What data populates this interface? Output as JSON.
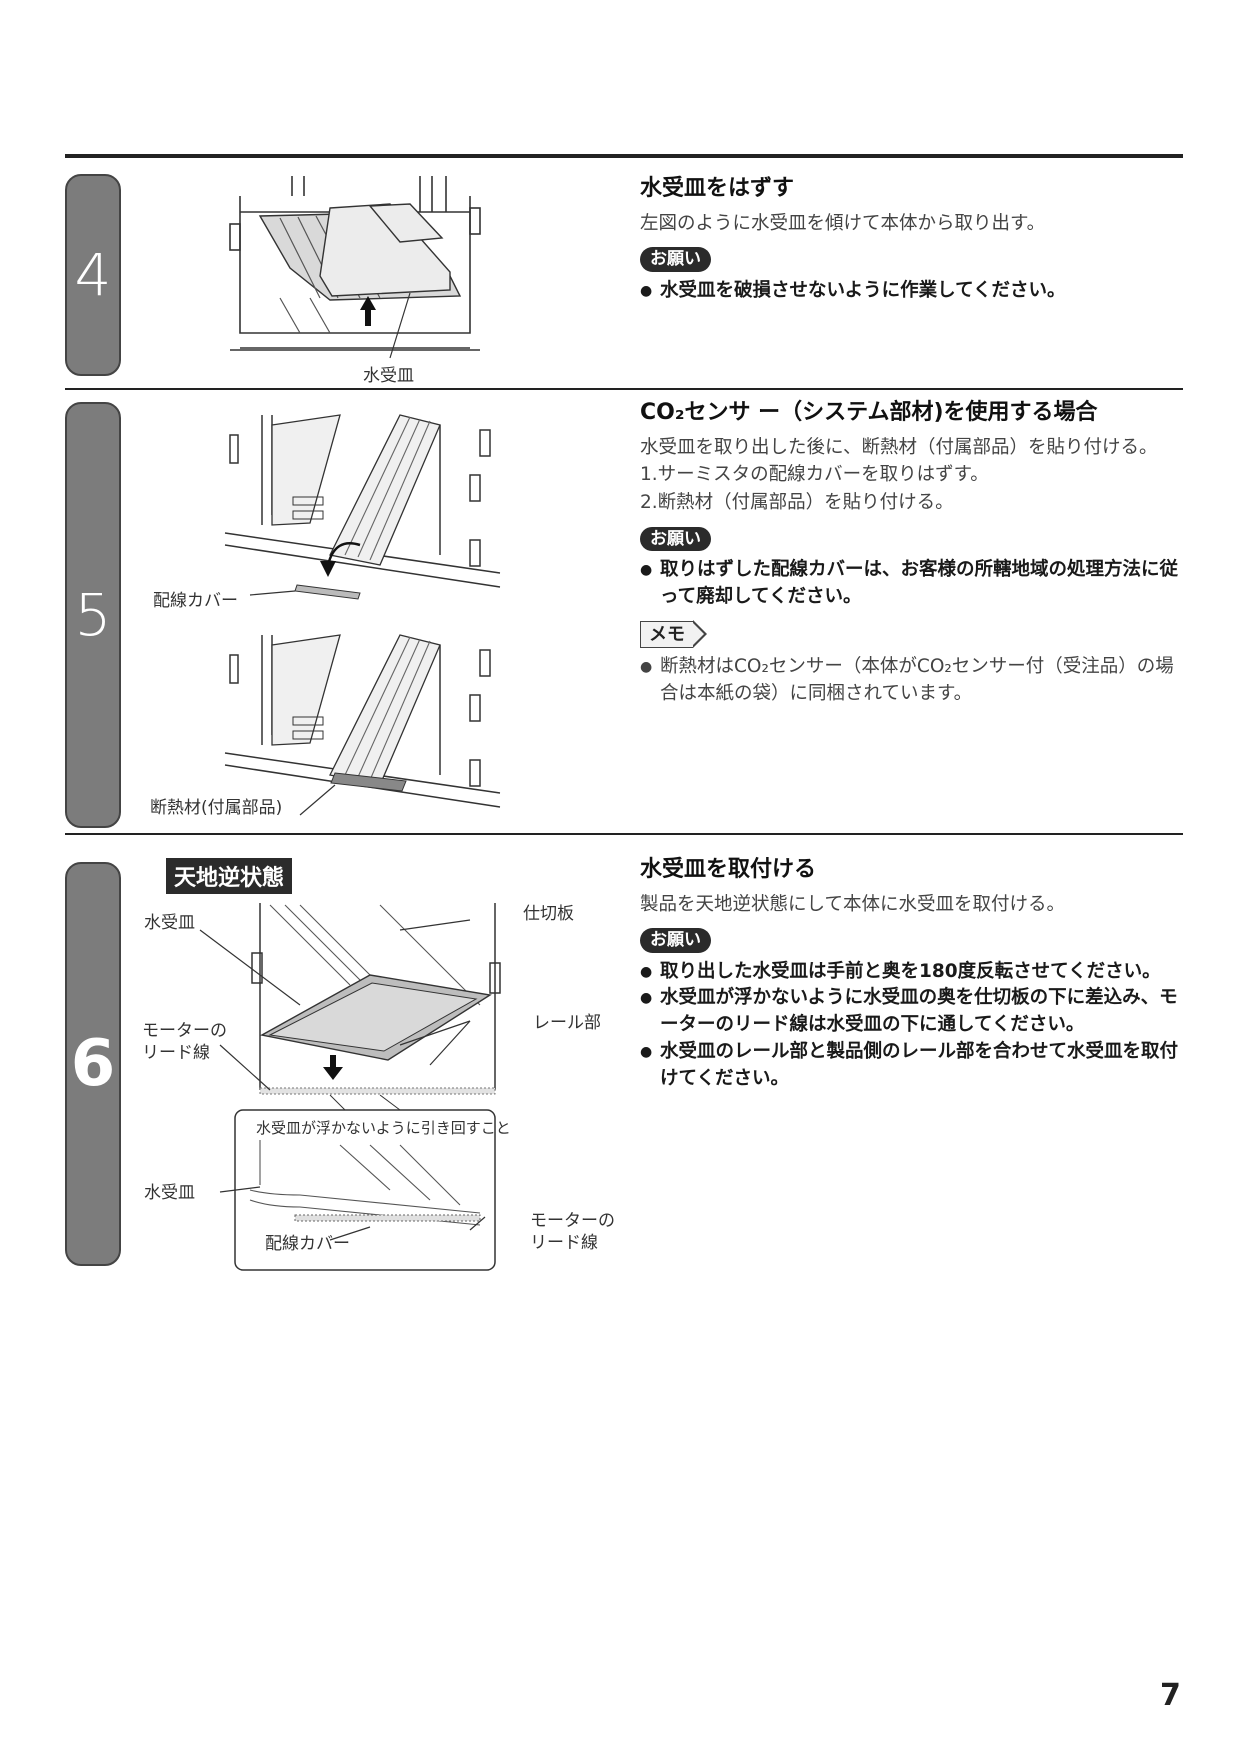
{
  "step4": {
    "number": "4",
    "title": "水受皿をはずす",
    "body": "左図のように水受皿を傾けて本体から取り出す。",
    "badge": "お願い",
    "bullets": [
      "水受皿を破損させないように作業してください。"
    ],
    "fig_label": "水受皿"
  },
  "step5": {
    "number": "5",
    "title": "CO₂センサ ー（システム部材)を使用する場合",
    "body": [
      "水受皿を取り出した後に、断熱材（付属部品）を貼り付ける。",
      "1.サーミスタの配線カバーを取りはずす。",
      "2.断熱材（付属部品）を貼り付ける。"
    ],
    "badge": "お願い",
    "bullets": [
      "取りはずした配線カバーは、お客様の所轄地域の処理方法に従って廃却してください。"
    ],
    "memo_label": "メモ",
    "memo_bullets": [
      "断熱材はCO₂センサー（本体がCO₂センサー付（受注品）の場合は本紙の袋）に同梱されています。"
    ],
    "fig_label_cover": "配線カバー",
    "fig_label_insulation": "断熱材(付属部品)"
  },
  "step6": {
    "number": "6",
    "tag": "天地逆状態",
    "title": "水受皿を取付ける",
    "body": "製品を天地逆状態にして本体に水受皿を取付ける。",
    "badge": "お願い",
    "bullets": [
      "取り出した水受皿は手前と奥を180度反転させてください。",
      "水受皿が浮かないように水受皿の奥を仕切板の下に差込み、モーターのリード線は水受皿の下に通してください。",
      "水受皿のレール部と製品側のレール部を合わせて水受皿を取付けてください。"
    ],
    "fig_labels": {
      "tray_top": "水受皿",
      "partition": "仕切板",
      "motor_lead_1": "モーターの",
      "motor_lead_2": "リード線",
      "rail": "レール部",
      "inset_caption": "水受皿が浮かないように引き回すこと",
      "tray_bottom": "水受皿",
      "wire_cover": "配線カバー",
      "motor_lead_b1": "モーターの",
      "motor_lead_b2": "リード線"
    }
  },
  "page_number": "7"
}
